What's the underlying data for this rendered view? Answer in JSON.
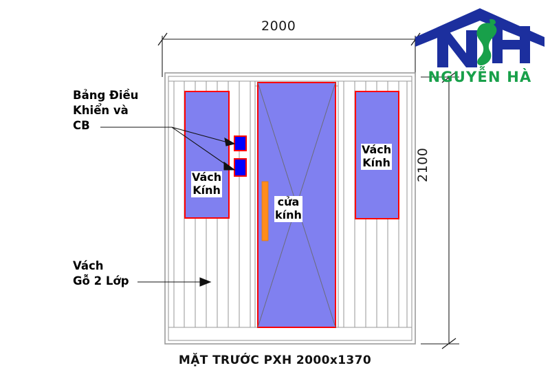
{
  "drawing": {
    "caption": "MẶT TRƯỚC PXH 2000x1370",
    "dimensions": {
      "width_label": "2000",
      "height_label": "2100"
    },
    "annotations": {
      "control_panel": "Bảng Điều\nKhiển và\nCB",
      "wood_wall": "Vách\nGỗ 2 Lớp"
    },
    "panels": {
      "left_glass": "Vách\nKính",
      "right_glass": "Vách\nKính",
      "door": "cửa\nkính"
    },
    "colors": {
      "glass_fill": "#8080f0",
      "glass_border": "#ff0000",
      "control_box_fill": "#0000ff",
      "handle": "#ff8c1a",
      "frame_line": "#9a9a9a",
      "dim_line": "#1a1a1a"
    }
  },
  "logo": {
    "brand": "NGUYỄN HÀ",
    "letters": "NH",
    "roof_color": "#1c2f9e",
    "map_color": "#18a04a"
  }
}
